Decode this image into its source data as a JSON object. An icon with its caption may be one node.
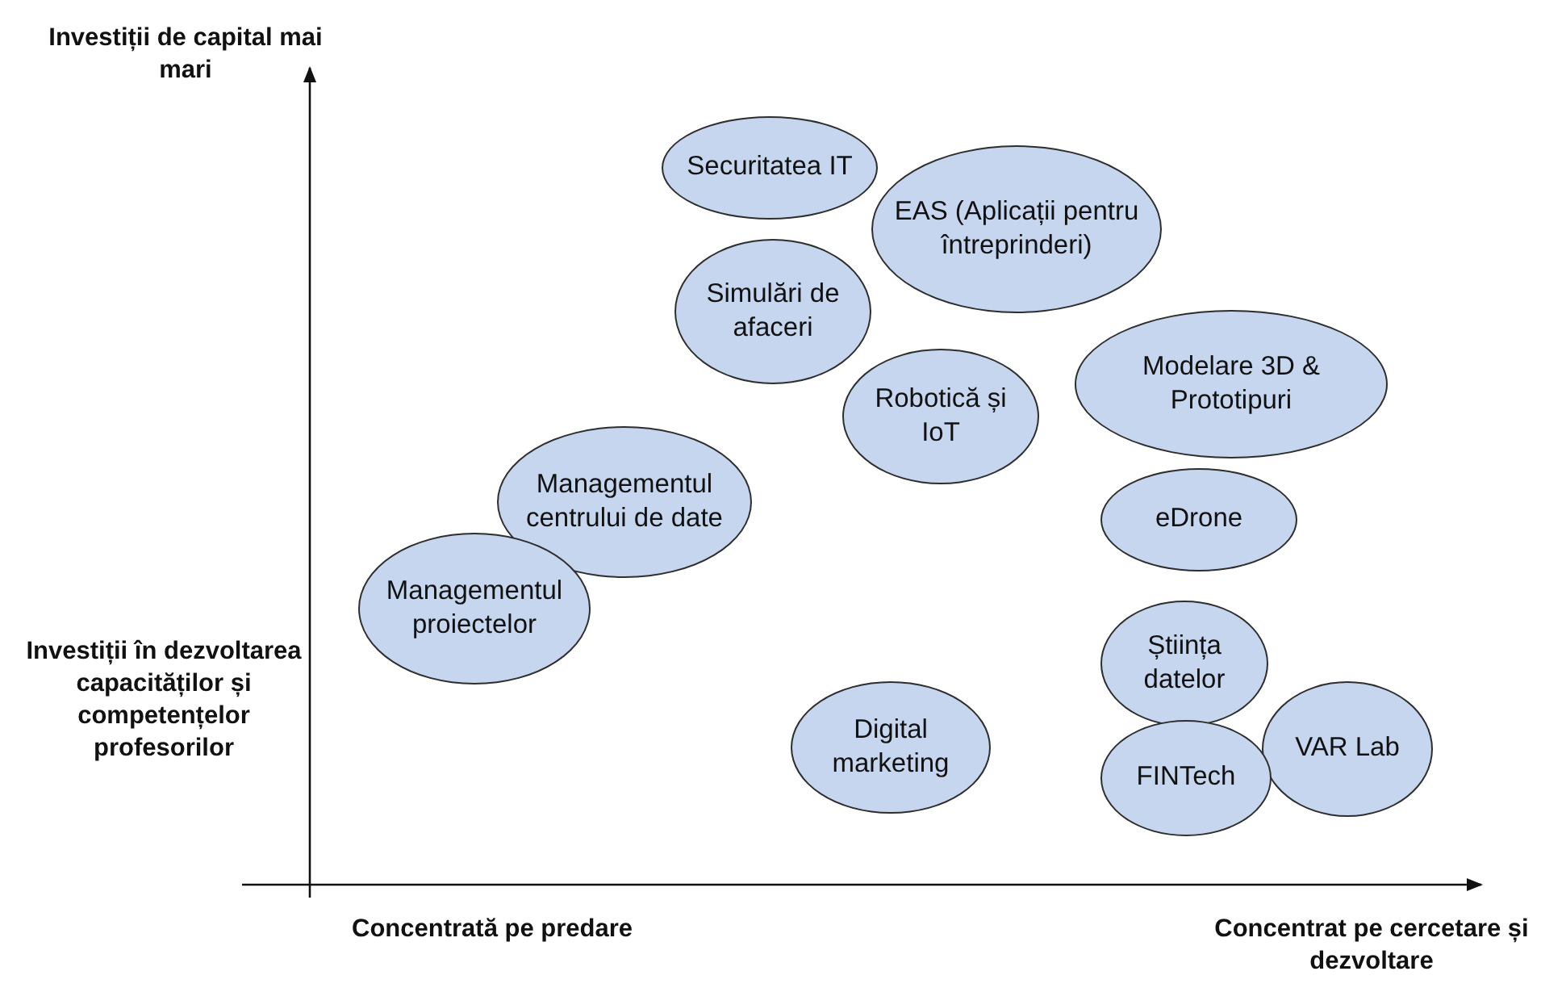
{
  "diagram": {
    "nodes": [
      {
        "text": [
          "Securitatea IT"
        ]
      },
      {
        "text": [
          "EAS (Aplicații pentru întreprinderi)"
        ]
      },
      {
        "text": [
          "Simulări de afaceri"
        ]
      },
      {
        "text": [
          "Modelare 3D & Prototipuri"
        ]
      },
      {
        "text": [
          "Robotică și IoT"
        ]
      },
      {
        "text": [
          "Managementul centrului de date"
        ]
      },
      {
        "text": [
          "eDrone"
        ]
      },
      {
        "text": [
          "Managementul proiectelor"
        ]
      },
      {
        "text": [
          "Știința datelor"
        ]
      },
      {
        "text": [
          "Digital marketing"
        ]
      },
      {
        "text": [
          "VAR Lab"
        ]
      },
      {
        "text": [
          "FINTech"
        ]
      }
    ],
    "labels": [
      "Investiții de capital mai mari",
      "Investiții în dezvoltarea capacităților și competențelor profesorilor",
      "Concentrată pe predare",
      "Concentrat pe cercetare și dezvoltare"
    ]
  }
}
